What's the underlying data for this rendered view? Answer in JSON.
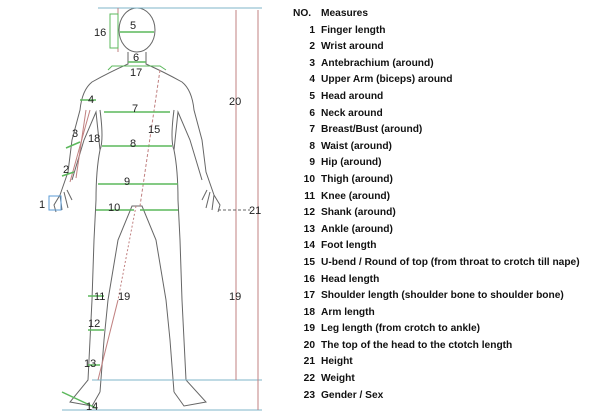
{
  "table": {
    "header": {
      "no": "NO.",
      "measures": "Measures"
    },
    "rows": [
      {
        "no": "1",
        "label": "Finger length"
      },
      {
        "no": "2",
        "label": "Wrist around"
      },
      {
        "no": "3",
        "label": "Antebrachium (around)"
      },
      {
        "no": "4",
        "label": "Upper Arm (biceps) around"
      },
      {
        "no": "5",
        "label": "Head around"
      },
      {
        "no": "6",
        "label": "Neck around"
      },
      {
        "no": "7",
        "label": "Breast/Bust (around)"
      },
      {
        "no": "8",
        "label": "Waist (around)"
      },
      {
        "no": "9",
        "label": "Hip (around)"
      },
      {
        "no": "10",
        "label": "Thigh (around)"
      },
      {
        "no": "11",
        "label": "Knee (around)"
      },
      {
        "no": "12",
        "label": "Shank (around)"
      },
      {
        "no": "13",
        "label": "Ankle (around)"
      },
      {
        "no": "14",
        "label": "Foot length"
      },
      {
        "no": "15",
        "label": "U-bend / Round of top (from throat to crotch till nape)"
      },
      {
        "no": "16",
        "label": "Head length"
      },
      {
        "no": "17",
        "label": "Shoulder length (shoulder bone to shoulder bone)"
      },
      {
        "no": "18",
        "label": "Arm length"
      },
      {
        "no": "19",
        "label": "Leg length (from crotch to ankle)"
      },
      {
        "no": "20",
        "label": "The top of the head to the ctotch length"
      },
      {
        "no": "21",
        "label": "Height"
      },
      {
        "no": "22",
        "label": "Weight"
      },
      {
        "no": "23",
        "label": "Gender / Sex"
      }
    ]
  },
  "figure": {
    "labels": {
      "m1": "1",
      "m2": "2",
      "m3": "3",
      "m4": "4",
      "m5": "5",
      "m6": "6",
      "m7": "7",
      "m8": "8",
      "m9": "9",
      "m10": "10",
      "m11": "11",
      "m12": "12",
      "m13": "13",
      "m14": "14",
      "m15": "15",
      "m16": "16",
      "m17": "17",
      "m18": "18",
      "m19a": "19",
      "m19b": "19",
      "m20": "20",
      "m21": "21"
    },
    "colors": {
      "measure_line": "#5cb85c",
      "vertical_line": "#c08080",
      "body_outline": "#666666"
    }
  }
}
